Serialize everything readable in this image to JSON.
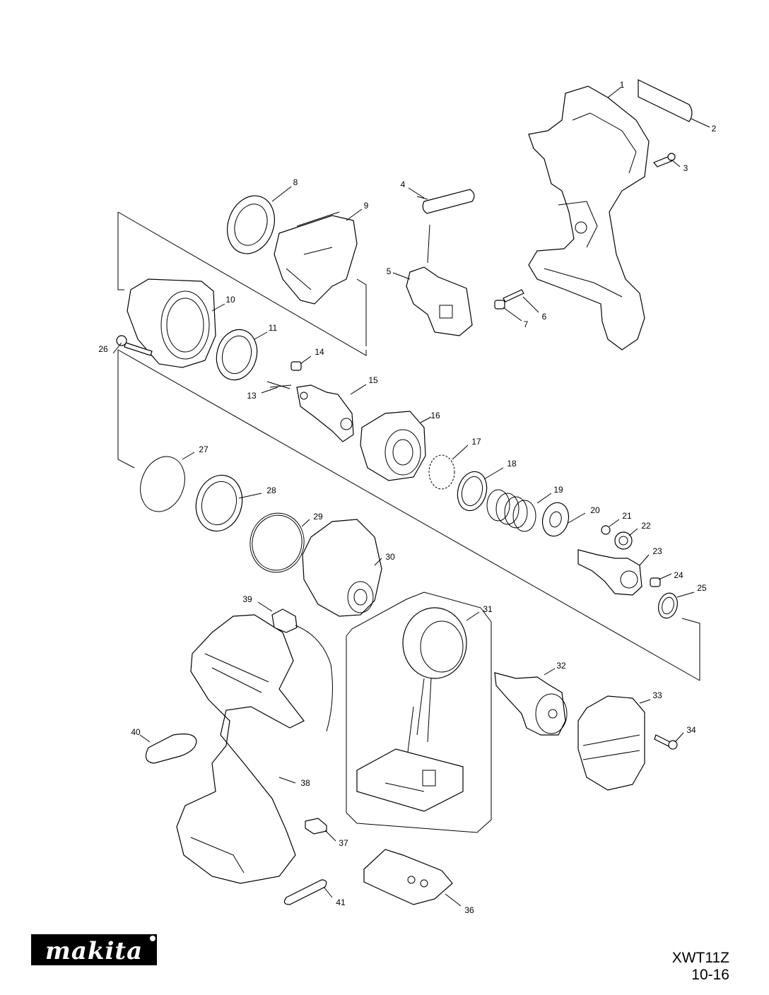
{
  "model_code": "XWT11Z",
  "revision_date": "10-16",
  "brand": "makita",
  "diagram": {
    "part_numbers": [
      "1",
      "2",
      "3",
      "4",
      "5",
      "6",
      "7",
      "8",
      "9",
      "10",
      "11",
      "13",
      "14",
      "15",
      "16",
      "17",
      "18",
      "19",
      "20",
      "21",
      "22",
      "23",
      "24",
      "25",
      "26",
      "27",
      "28",
      "29",
      "30",
      "31",
      "32",
      "33",
      "34",
      "36",
      "37",
      "38",
      "39",
      "40",
      "41"
    ]
  },
  "colors": {
    "ink": "#000000",
    "paper": "#ffffff"
  }
}
